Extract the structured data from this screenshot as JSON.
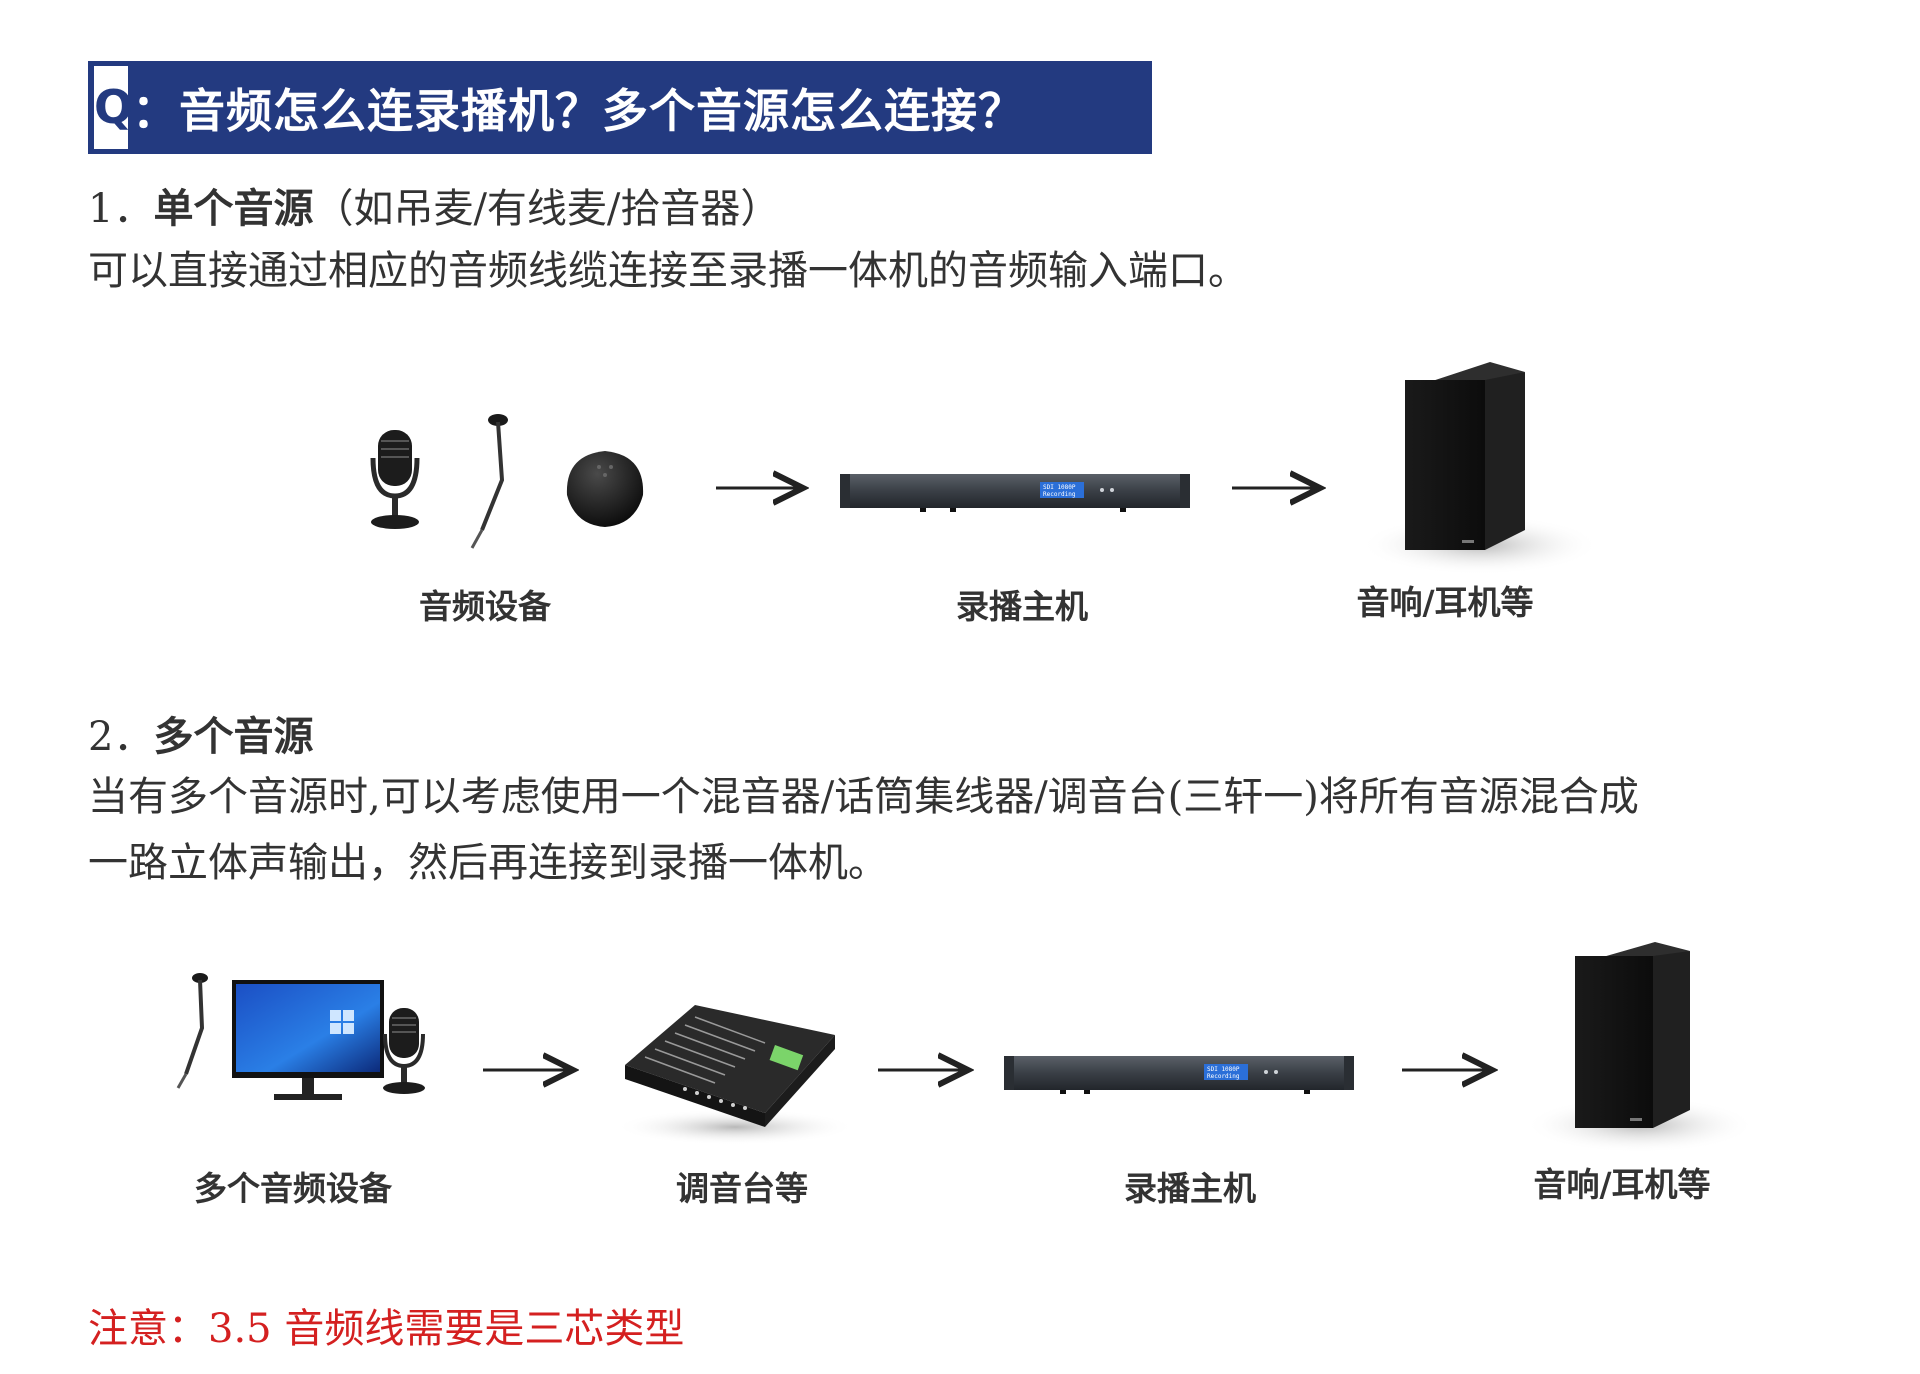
{
  "banner": {
    "q": "Q",
    "text": "：音频怎么连录播机？多个音源怎么连接？"
  },
  "section1": {
    "number": "1．",
    "title": "单个音源",
    "subtitle": "（如吊麦/有线麦/拾音器）",
    "body": "可以直接通过相应的音频线缆连接至录播一体机的音频输入端口。"
  },
  "diagram1": {
    "labels": [
      "音频设备",
      "录播主机",
      "音响/耳机等"
    ]
  },
  "section2": {
    "number": "2．",
    "title": "多个音源",
    "body_line1": "当有多个音源时,可以考虑使用一个混音器/话筒集线器/调音台(三轩一)将所有音源混合成",
    "body_line2": "一路立体声输出，然后再连接到录播一体机。"
  },
  "diagram2": {
    "labels": [
      "多个音频设备",
      "调音台等",
      "录播主机",
      "音响/耳机等"
    ]
  },
  "note": "注意：3.5 音频线需要是三芯类型",
  "colors": {
    "banner_bg": "#233a80",
    "note_text": "#d42020"
  },
  "icons": [
    "studio-microphone-icon",
    "hanging-microphone-icon",
    "pickup-speakerphone-icon",
    "rack-recorder-icon",
    "speaker-cabinet-icon",
    "desktop-monitor-icon",
    "audio-mixer-icon",
    "arrow-right-icon"
  ]
}
